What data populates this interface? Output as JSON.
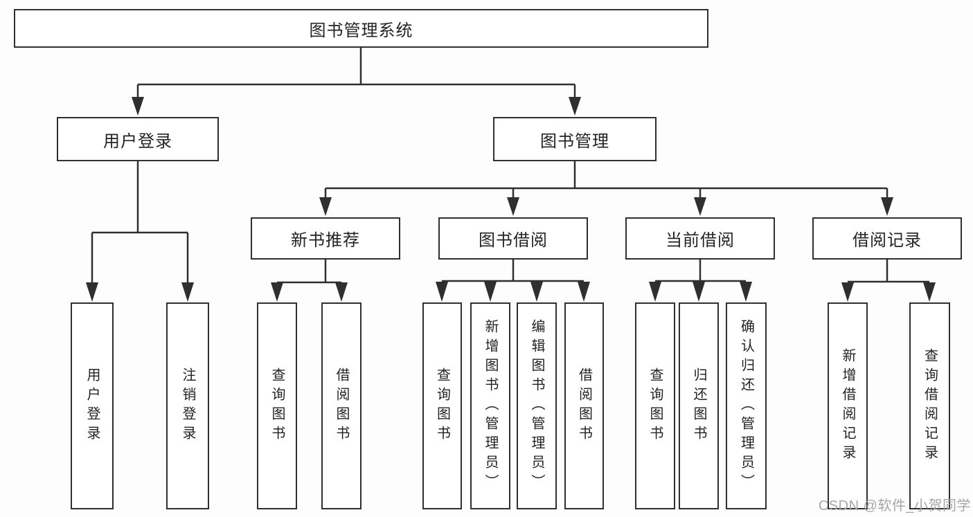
{
  "tree": {
    "root": {
      "label": "图书管理系统"
    },
    "branches": [
      {
        "label": "用户登录",
        "children": [
          {
            "label": "用户登录"
          },
          {
            "label": "注销登录"
          }
        ]
      },
      {
        "label": "图书管理",
        "children": [
          {
            "label": "新书推荐",
            "children": [
              {
                "label": "查询图书"
              },
              {
                "label": "借阅图书"
              }
            ]
          },
          {
            "label": "图书借阅",
            "children": [
              {
                "label": "查询图书"
              },
              {
                "label": "新增图书（管理员）"
              },
              {
                "label": "编辑图书（管理员）"
              },
              {
                "label": "借阅图书"
              }
            ]
          },
          {
            "label": "当前借阅",
            "children": [
              {
                "label": "查询图书"
              },
              {
                "label": "归还图书"
              },
              {
                "label": "确认归还（管理员）"
              }
            ]
          },
          {
            "label": "借阅记录",
            "children": [
              {
                "label": "新增借阅记录"
              },
              {
                "label": "查询借阅记录"
              }
            ]
          }
        ]
      }
    ]
  },
  "watermark": "CSDN @软件_小贺同学",
  "colors": {
    "line": "#2f2f2f",
    "box_border": "#2f2f2f",
    "box_fill": "#ffffff",
    "text": "#232323",
    "watermark": "#a6a6a6",
    "background": "#fdfdfd"
  }
}
